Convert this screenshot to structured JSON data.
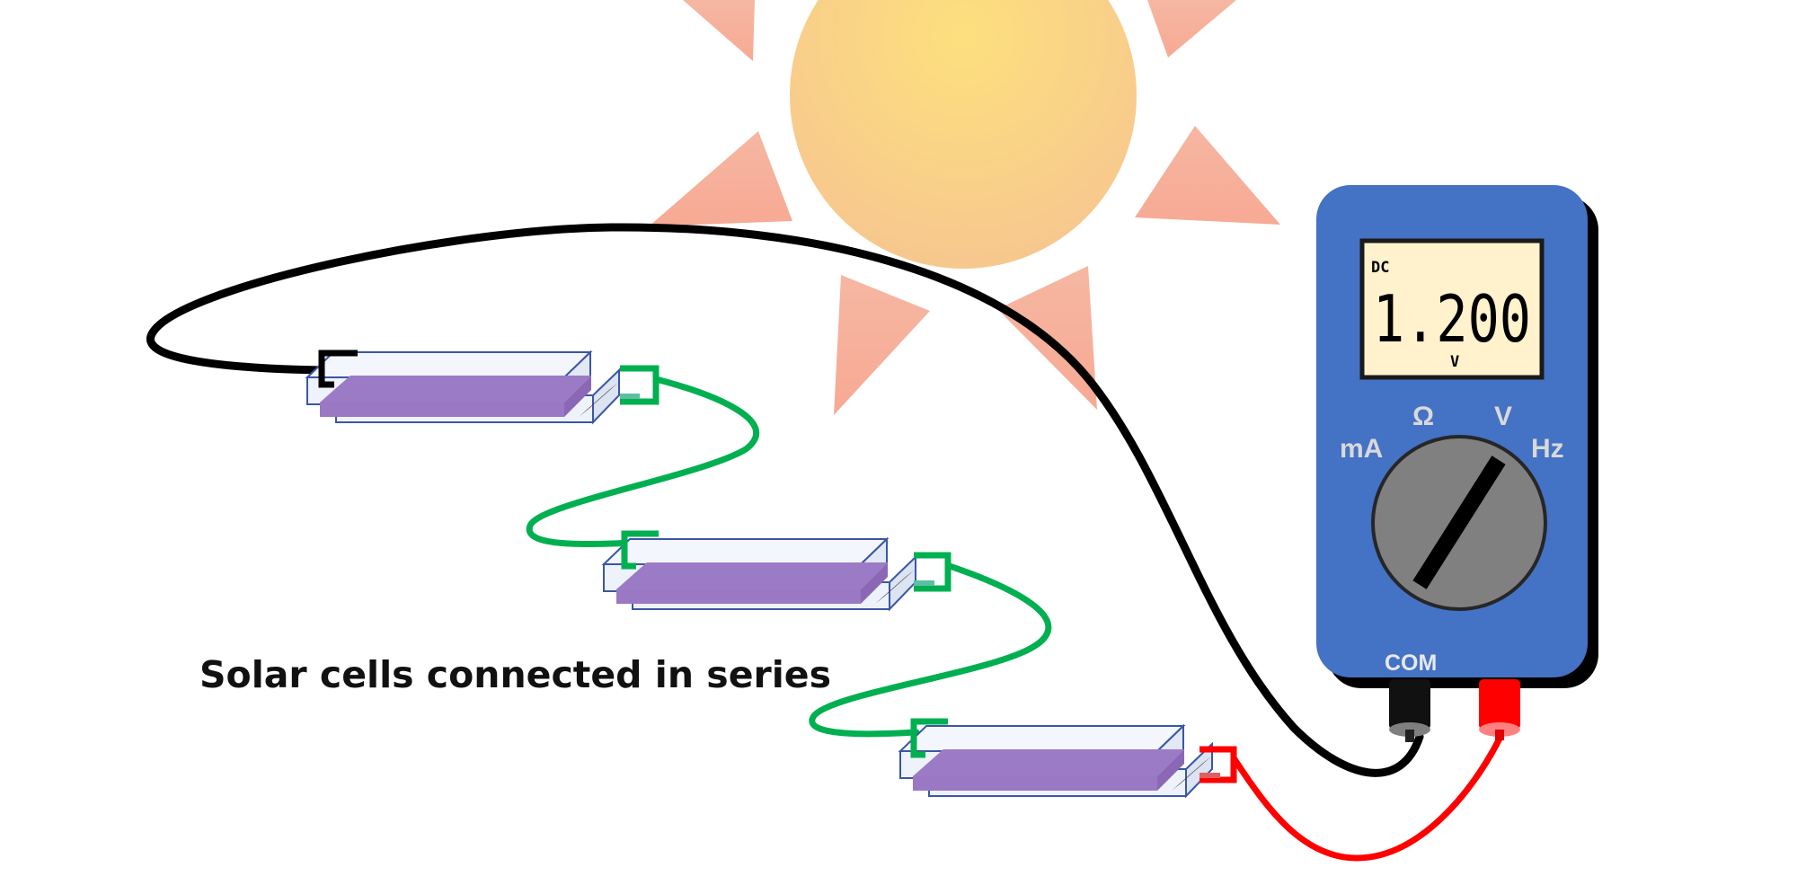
{
  "caption": "Solar cells connected in series",
  "meter": {
    "mode": "DC",
    "reading": "1.200",
    "unit": "V",
    "dial_labels": {
      "ohm": "Ω",
      "volt": "V",
      "milliamp": "mA",
      "hertz": "Hz"
    },
    "port_label": "COM"
  },
  "colors": {
    "sun_center": "#FDE07E",
    "sun_edge": "#F7C88E",
    "sun_rays": "#F6B2A0",
    "cell_purple": "#9A78C4",
    "cell_glass": "#EEF2FA",
    "cell_outline": "#3A56A6",
    "wire_green": "#00B050",
    "wire_black": "#000000",
    "wire_red": "#FF0000",
    "meter_body": "#4472C4",
    "meter_screen": "#FFF2CC",
    "dial": "#808080"
  }
}
